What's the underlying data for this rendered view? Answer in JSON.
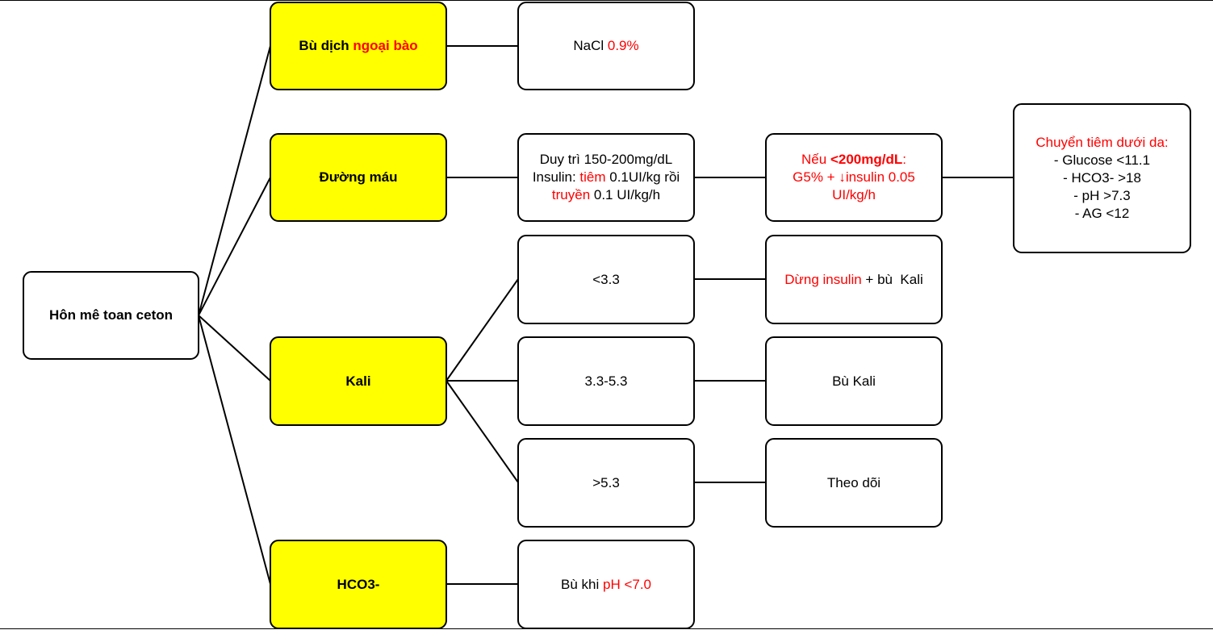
{
  "root": {
    "label": "Hôn mê toan ceton"
  },
  "categories": {
    "fluid": {
      "prefix": "Bù dịch ",
      "highlight": "ngoại bào"
    },
    "glucose": {
      "label": "Đường máu"
    },
    "potassium": {
      "label": "Kali"
    },
    "bicarbonate": {
      "label": "HCO3-"
    }
  },
  "fluid_detail": {
    "text": "NaCl ",
    "highlight": "0.9%"
  },
  "glucose_detail": {
    "line1": "Duy trì 150-200mg/dL",
    "line2_prefix": "Insulin: ",
    "line2_red": "tiêm",
    "line2_suffix": " 0.1UI/kg rồi",
    "line3_red": "truyền",
    "line3_suffix": " 0.1 UI/kg/h"
  },
  "glucose_followup": {
    "line1_prefix": "Nếu ",
    "line1_bold": "<200mg/dL",
    "line1_suffix": ":",
    "line2": "G5% + ↓insulin 0.05",
    "line3": "UI/kg/h"
  },
  "subcutaneous": {
    "title": "Chuyển tiêm dưới da:",
    "criteria": [
      "- Glucose <11.1",
      "- HCO3- >18",
      "- pH >7.3",
      "- AG <12"
    ]
  },
  "potassium_levels": {
    "low": "<3.3",
    "mid": "3.3-5.3",
    "high": ">5.3"
  },
  "potassium_actions": {
    "low_red": "Dừng insulin",
    "low_rest": " + bù  Kali",
    "mid": "Bù Kali",
    "high": "Theo dõi"
  },
  "bicarbonate_detail": {
    "text": "Bù khi ",
    "highlight": "pH <7.0"
  },
  "colors": {
    "highlight_fill": "#ffff00",
    "accent_text": "#ff0000",
    "stroke": "#000000"
  }
}
